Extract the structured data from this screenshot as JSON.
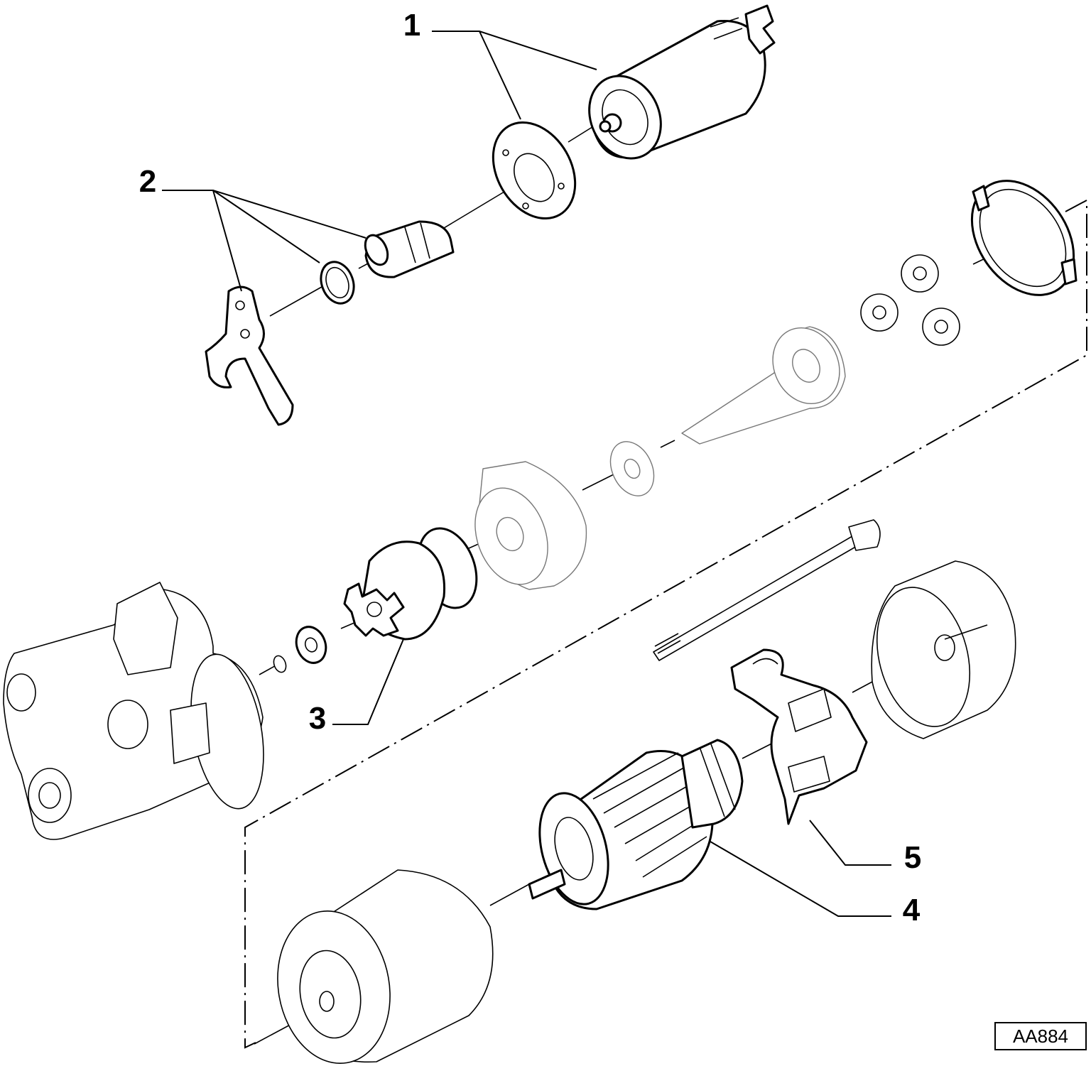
{
  "figure": {
    "reference_code": "AA884",
    "callouts": [
      {
        "number": "1",
        "part": "solenoid-switch"
      },
      {
        "number": "2",
        "part": "drive-lever-kit"
      },
      {
        "number": "3",
        "part": "pinion-drive"
      },
      {
        "number": "4",
        "part": "armature"
      },
      {
        "number": "5",
        "part": "brush-holder"
      }
    ]
  }
}
